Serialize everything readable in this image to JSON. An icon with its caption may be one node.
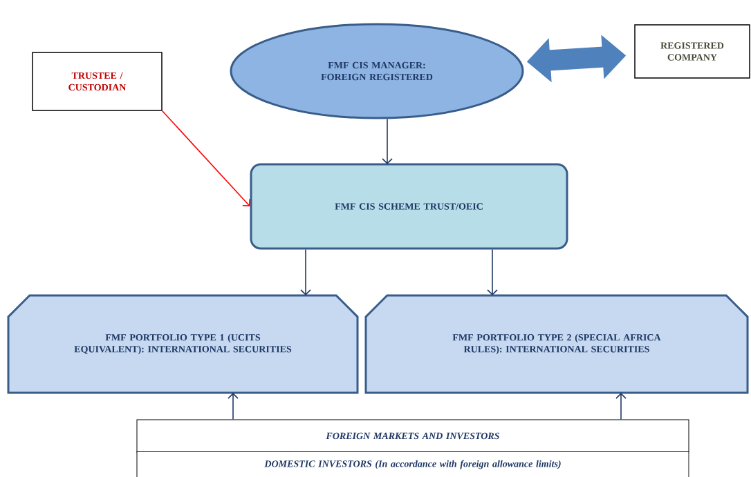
{
  "diagram": {
    "nodes": [
      {
        "text": [
          "TRUSTEE / CUSTODIAN"
        ]
      },
      {
        "text": [
          "FMF CIS MANAGER: FOREIGN REGISTERED"
        ]
      },
      {
        "text": [
          "REGISTERED COMPANY"
        ]
      },
      {
        "text": [
          "FMF CIS SCHEME TRUST/OEIC"
        ]
      },
      {
        "text": [
          "FMF PORTFOLIO TYPE 1 (UCITS EQUIVALENT): INTERNATIONAL SECURITIES"
        ]
      },
      {
        "text": [
          "FMF PORTFOLIO TYPE 2 (SPECIAL AFRICA RULES): INTERNATIONAL SECURITIES"
        ]
      },
      {
        "text": [
          "FOREIGN MARKETS AND INVESTORS"
        ]
      },
      {
        "text": [
          "DOMESTIC INVESTORS (In accordance with foreign allowance limits)"
        ]
      }
    ],
    "edges": [
      {
        "from": 1,
        "to": 2,
        "arrow": "both",
        "style": "thick",
        "color": "#4f81bd"
      },
      {
        "from": 0,
        "to": 3,
        "arrow": "to",
        "color": "#ff0000"
      },
      {
        "from": 1,
        "to": 3,
        "arrow": "to"
      },
      {
        "from": 3,
        "to": 4,
        "arrow": "to"
      },
      {
        "from": 3,
        "to": 5,
        "arrow": "to"
      },
      {
        "from": 6,
        "to": 4,
        "arrow": "to"
      },
      {
        "from": 6,
        "to": 5,
        "arrow": "to"
      }
    ]
  }
}
